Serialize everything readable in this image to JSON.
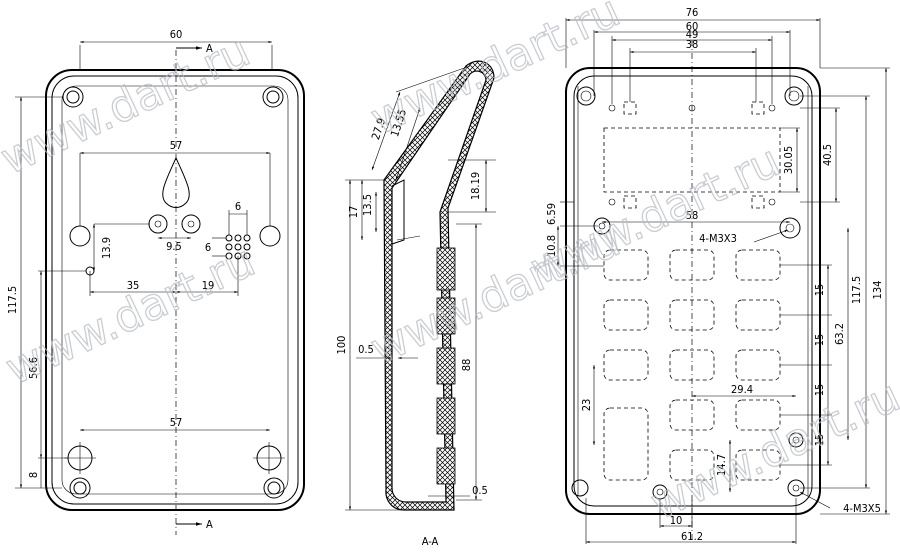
{
  "watermark": "www.dart.ru",
  "front_view": {
    "dims": {
      "width": "60",
      "hole_spacing_top": "57",
      "hole_spacing_bottom": "57",
      "height": "117.5",
      "mid_height": "56.6",
      "bottom_offset": "8",
      "d13_9": "13.9",
      "d9_5": "9.5",
      "d35": "35",
      "d19": "19",
      "d6a": "6",
      "d6b": "6"
    },
    "section_mark_top": "A",
    "section_mark_bottom": "A"
  },
  "section_view": {
    "label": "A-A",
    "dims": {
      "d27_9": "27.9",
      "d13_55": "13.55",
      "d17": "17",
      "d13_5": "13.5",
      "d18_19": "18.19",
      "d100": "100",
      "d0_5a": "0.5",
      "d88": "88",
      "d0_5b": "0.5"
    }
  },
  "back_view": {
    "dims": {
      "w76": "76",
      "w60": "60",
      "w49": "49",
      "w38": "38",
      "h30_05": "30.05",
      "h40_5": "40.5",
      "d58": "58",
      "screw_top": "4-M3X3",
      "d6_59": "6.59",
      "d10_8": "10.8",
      "h117_5": "117.5",
      "h134": "134",
      "p15a": "15",
      "p15b": "15",
      "p15c": "15",
      "p15d": "15",
      "h63_2": "63.2",
      "d29_4": "29.4",
      "d23": "23",
      "d14_7": "14.7",
      "d10": "10",
      "w61_2": "61.2",
      "screw_bottom": "4-M3X5"
    }
  }
}
